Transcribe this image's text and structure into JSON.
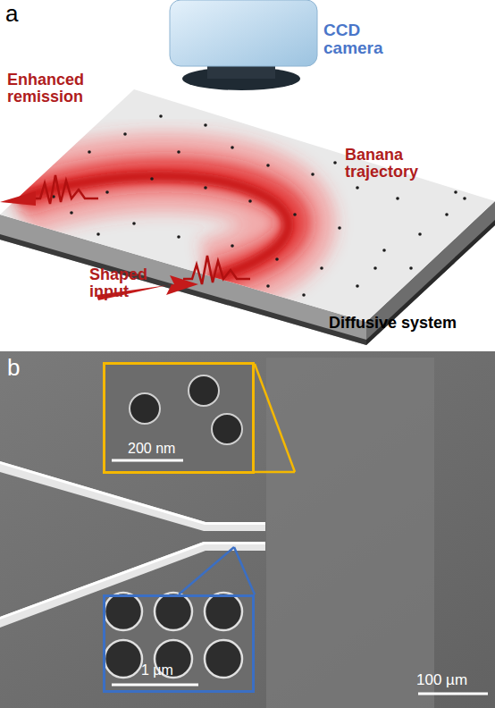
{
  "diagram": {
    "nodes": [
      {
        "text": [
          "200 nm"
        ]
      },
      {
        "text": [
          "1 µm"
        ]
      }
    ],
    "labels": [
      "a",
      "CCD camera",
      "Enhanced remission",
      "Banana trajectory",
      "Shaped input",
      "Diffusive system",
      "b",
      "100 µm"
    ]
  }
}
